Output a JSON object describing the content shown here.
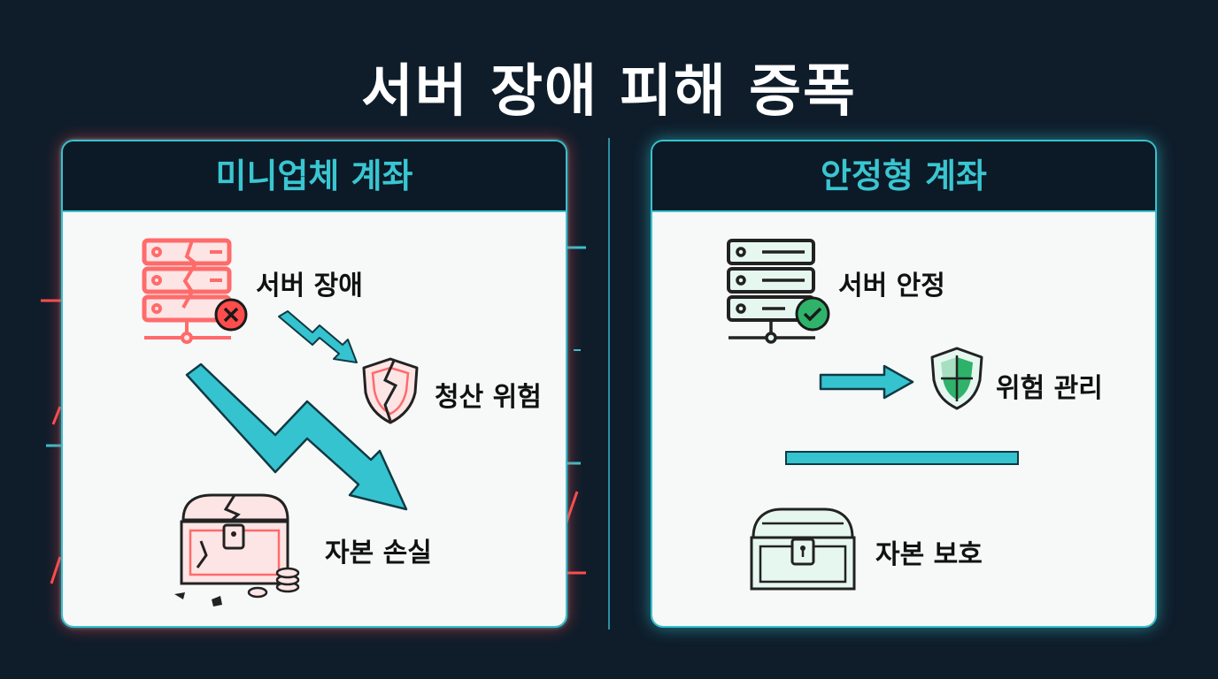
{
  "title": "서버 장애 피해 증폭",
  "left_panel": {
    "header": "미니업체 계좌",
    "labels": {
      "server": "서버 장애",
      "shield": "청산 위험",
      "chest": "자본 손실"
    },
    "icons": {
      "server": "broken-server-icon",
      "error_badge": "error-x-icon",
      "shield": "broken-shield-icon",
      "chest": "broken-chest-icon",
      "arrow_small": "zigzag-arrow-icon",
      "arrow_big": "zigzag-arrow-icon"
    },
    "accent": "#ff6b6b"
  },
  "right_panel": {
    "header": "안정형 계좌",
    "labels": {
      "server": "서버 안정",
      "shield": "위험 관리",
      "chest": "자본 보호"
    },
    "icons": {
      "server": "server-icon",
      "ok_badge": "check-circle-icon",
      "shield": "shield-icon",
      "chest": "treasure-chest-icon",
      "arrow": "right-arrow-icon",
      "bar": "flat-bar"
    },
    "accent": "#35c3cf"
  },
  "colors": {
    "background": "#0f1d2b",
    "cyan": "#35c3cf",
    "red": "#ff5a5a",
    "green": "#2fb36b"
  }
}
